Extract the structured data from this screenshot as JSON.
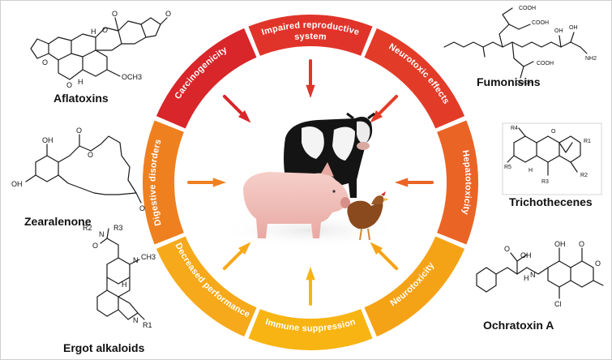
{
  "effects": [
    {
      "label": "Impaired reproductive",
      "label2": "system",
      "color": "#e0342a"
    },
    {
      "label": "Neurotoxic effects",
      "label2": "",
      "color": "#e23c29"
    },
    {
      "label": "Hepatotoxicity",
      "label2": "",
      "color": "#ea6425"
    },
    {
      "label": "Neurotoxicity",
      "label2": "",
      "color": "#f5a316"
    },
    {
      "label": "Immune suppression",
      "label2": "",
      "color": "#f7b412"
    },
    {
      "label": "Decreased performance",
      "label2": "",
      "color": "#f6a91a"
    },
    {
      "label": "Digestive disorders",
      "label2": "",
      "color": "#ee8020"
    },
    {
      "label": "Carcinogenicity",
      "label2": "",
      "color": "#d8262a"
    }
  ],
  "toxins": {
    "aflatoxins": "Aflatoxins",
    "fumonisins": "Fumonisins",
    "zearalenone": "Zearalenone",
    "trichothecenes": "Trichothecenes",
    "ergot": "Ergot alkaloids",
    "ochratoxin": "Ochratoxin A"
  },
  "atoms": {
    "O": "O",
    "H": "H",
    "OCH3": "OCH3",
    "OH": "OH",
    "COOH": "COOH",
    "NH2": "NH2",
    "N": "N",
    "CH3": "CH3",
    "R1": "R1",
    "R2": "R2",
    "R3": "R3",
    "R4": "R4",
    "R5": "R5",
    "Cl": "Cl",
    "NH": "H",
    "Hn": "N"
  },
  "animals": [
    "cow",
    "pig",
    "chicken"
  ]
}
